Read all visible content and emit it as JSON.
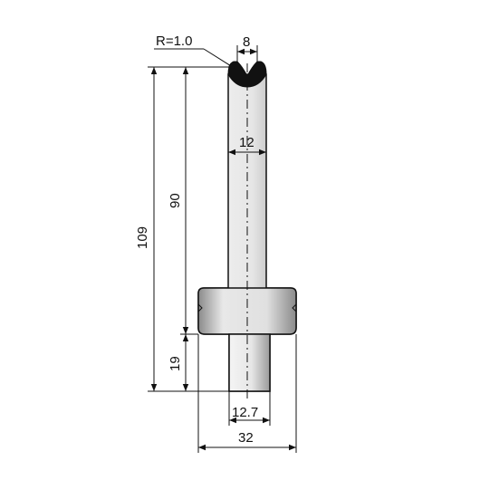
{
  "drawing": {
    "colors": {
      "body_fill_light": "#f4f4f4",
      "body_fill_dark": "#9a9a9a",
      "outline": "#111111",
      "tip_fill": "#111111"
    },
    "labels": {
      "radius": "R=1.0",
      "tip_width": "8",
      "shank_width": "12",
      "tang_width": "12.7",
      "shoulder_width": "32",
      "overall_height": "109",
      "upper_height": "90",
      "tang_height": "19"
    }
  }
}
